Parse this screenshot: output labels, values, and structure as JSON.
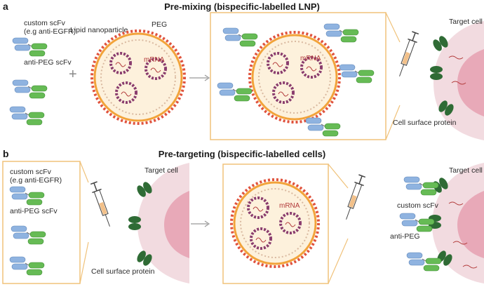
{
  "panel_a": {
    "letter": "a",
    "title": "Pre-mixing (bispecific-labelled LNP)",
    "label_custom_scfv_line1": "custom scFv",
    "label_custom_scfv_line2": "(e.g anti-EGFR)",
    "label_anti_peg": "anti-PEG scFv",
    "label_lipid_np": "Lipid nanoparticle",
    "label_peg": "PEG",
    "label_mrna": "mRNA",
    "label_mrna_2": "mRNA",
    "label_target_cell": "Target cell",
    "label_surface_protein": "Cell surface protein",
    "plus": "+"
  },
  "panel_b": {
    "letter": "b",
    "title": "Pre-targeting (bispecific-labelled cells)",
    "label_custom_scfv_line1": "custom scFv",
    "label_custom_scfv_line2": "(e.g anti-EGFR)",
    "label_anti_peg": "anti-PEG scFv",
    "label_target_cell": "Target cell",
    "label_surface_protein": "Cell surface protein",
    "label_mrna": "mRNA",
    "label_target_cell_2": "Target cell",
    "label_custom_scfv_2": "custom scFv",
    "label_anti_peg_2": "anti-PEG"
  },
  "colors": {
    "scfv_blue": "#8fb3e0",
    "scfv_green": "#66bb55",
    "receptor": "#2f6b35",
    "cell_outer": "#f2dbe0",
    "cell_inner": "#e8a9b8",
    "lnp_core": "#fdf1dc",
    "lnp_head_red": "#e0533d",
    "lnp_head_orange": "#f2a33a",
    "mrna": "#8a3d6e",
    "box_border": "#f0c27a",
    "peg": "#2a8fb8"
  }
}
